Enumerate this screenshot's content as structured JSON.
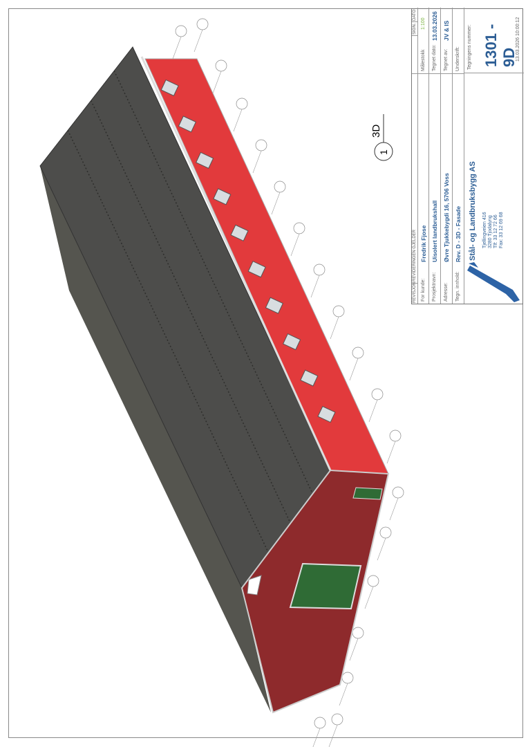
{
  "view_label": {
    "number": "1",
    "name": "3D"
  },
  "title_block": {
    "revision_header": "REVISJON",
    "revision_applies": "REVIDERINGEN GJELDER",
    "sign_header": "SIGN.",
    "date_header": "DATO",
    "rows": [
      {
        "label": "For kunde:",
        "value": "Fredrik Fjose"
      },
      {
        "label": "Prosjektnavn:",
        "value": "Uisolert landbrukshall"
      },
      {
        "label": "Adresse:",
        "value": "Øvre Tjukkebygdi 16, 5706 Voss"
      },
      {
        "label": "Tegn. innhold:",
        "value": "Rev. D - 3D - Fasade"
      }
    ],
    "right_rows": [
      {
        "label": "Målestokk",
        "value": "1:100"
      },
      {
        "label": "Tegnet dato:",
        "value": "13.03.2026"
      },
      {
        "label": "Tegnet av:",
        "value": "JV & IS"
      },
      {
        "label": "Underskrift:",
        "value": ""
      }
    ],
    "company": "Stål- og Landbruksbygg AS",
    "address_lines": [
      "Tjellingveien 416",
      "3280 Tjodalyng",
      "Tlf: 33 12 72 66",
      "Fax: 33 12 69 68"
    ],
    "drawing_number_label": "Tegningens nummer:",
    "drawing_number": "1301 - 9D",
    "timestamp": "13.03.2026 10:00:12"
  },
  "colors": {
    "roof": "#4d4d4b",
    "side_wall": "#e23a3c",
    "gable_wall": "#8e2a2c",
    "door": "#2f6b35",
    "brand": "#2d5e95",
    "scale": "#7cb342"
  }
}
